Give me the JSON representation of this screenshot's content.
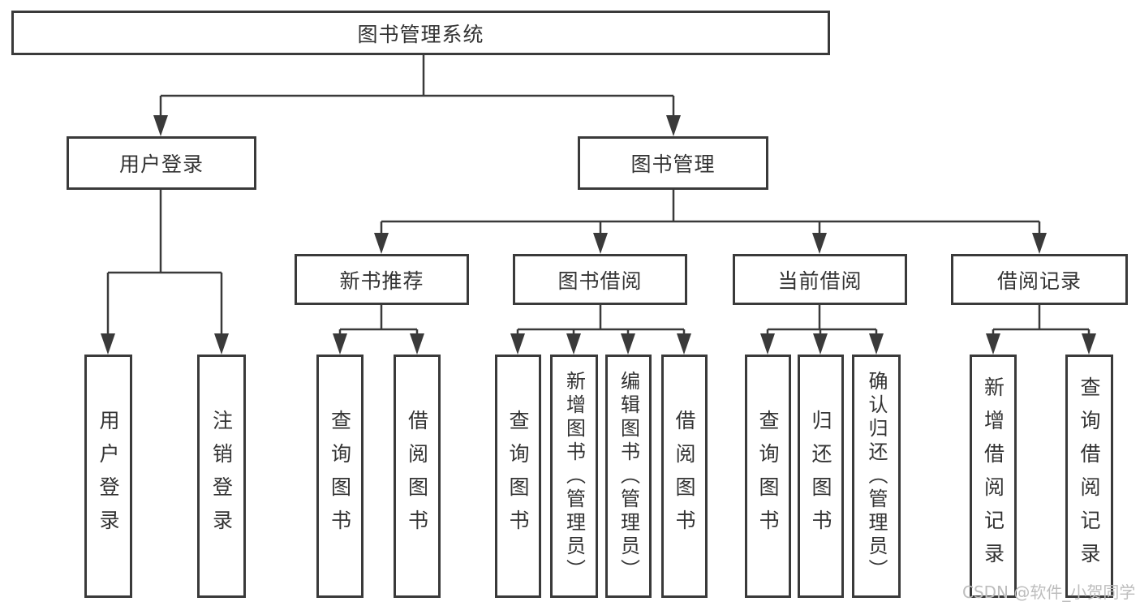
{
  "diagram": {
    "type": "functional-structure-tree",
    "colors": {
      "line": "#3a3a3a",
      "box_border": "#3a3a3a",
      "box_background": "#ffffff",
      "text": "#333333",
      "watermark": "#bdbdbd"
    }
  },
  "tree": {
    "root": {
      "label": "图书管理系统"
    },
    "children": [
      {
        "label": "用户登录",
        "children": [
          {
            "label": "用户登录"
          },
          {
            "label": "注销登录"
          }
        ]
      },
      {
        "label": "图书管理",
        "children": [
          {
            "label": "新书推荐",
            "children": [
              {
                "label": "查询图书"
              },
              {
                "label": "借阅图书"
              }
            ]
          },
          {
            "label": "图书借阅",
            "children": [
              {
                "label": "查询图书"
              },
              {
                "label": "新增图书（管理员）"
              },
              {
                "label": "编辑图书（管理员）"
              },
              {
                "label": "借阅图书"
              }
            ]
          },
          {
            "label": "当前借阅",
            "children": [
              {
                "label": "查询图书"
              },
              {
                "label": "归还图书"
              },
              {
                "label": "确认归还（管理员）"
              }
            ]
          },
          {
            "label": "借阅记录",
            "children": [
              {
                "label": "新增借阅记录"
              },
              {
                "label": "查询借阅记录"
              }
            ]
          }
        ]
      }
    ]
  },
  "watermark": {
    "text": "CSDN @软件_小贺同学"
  }
}
